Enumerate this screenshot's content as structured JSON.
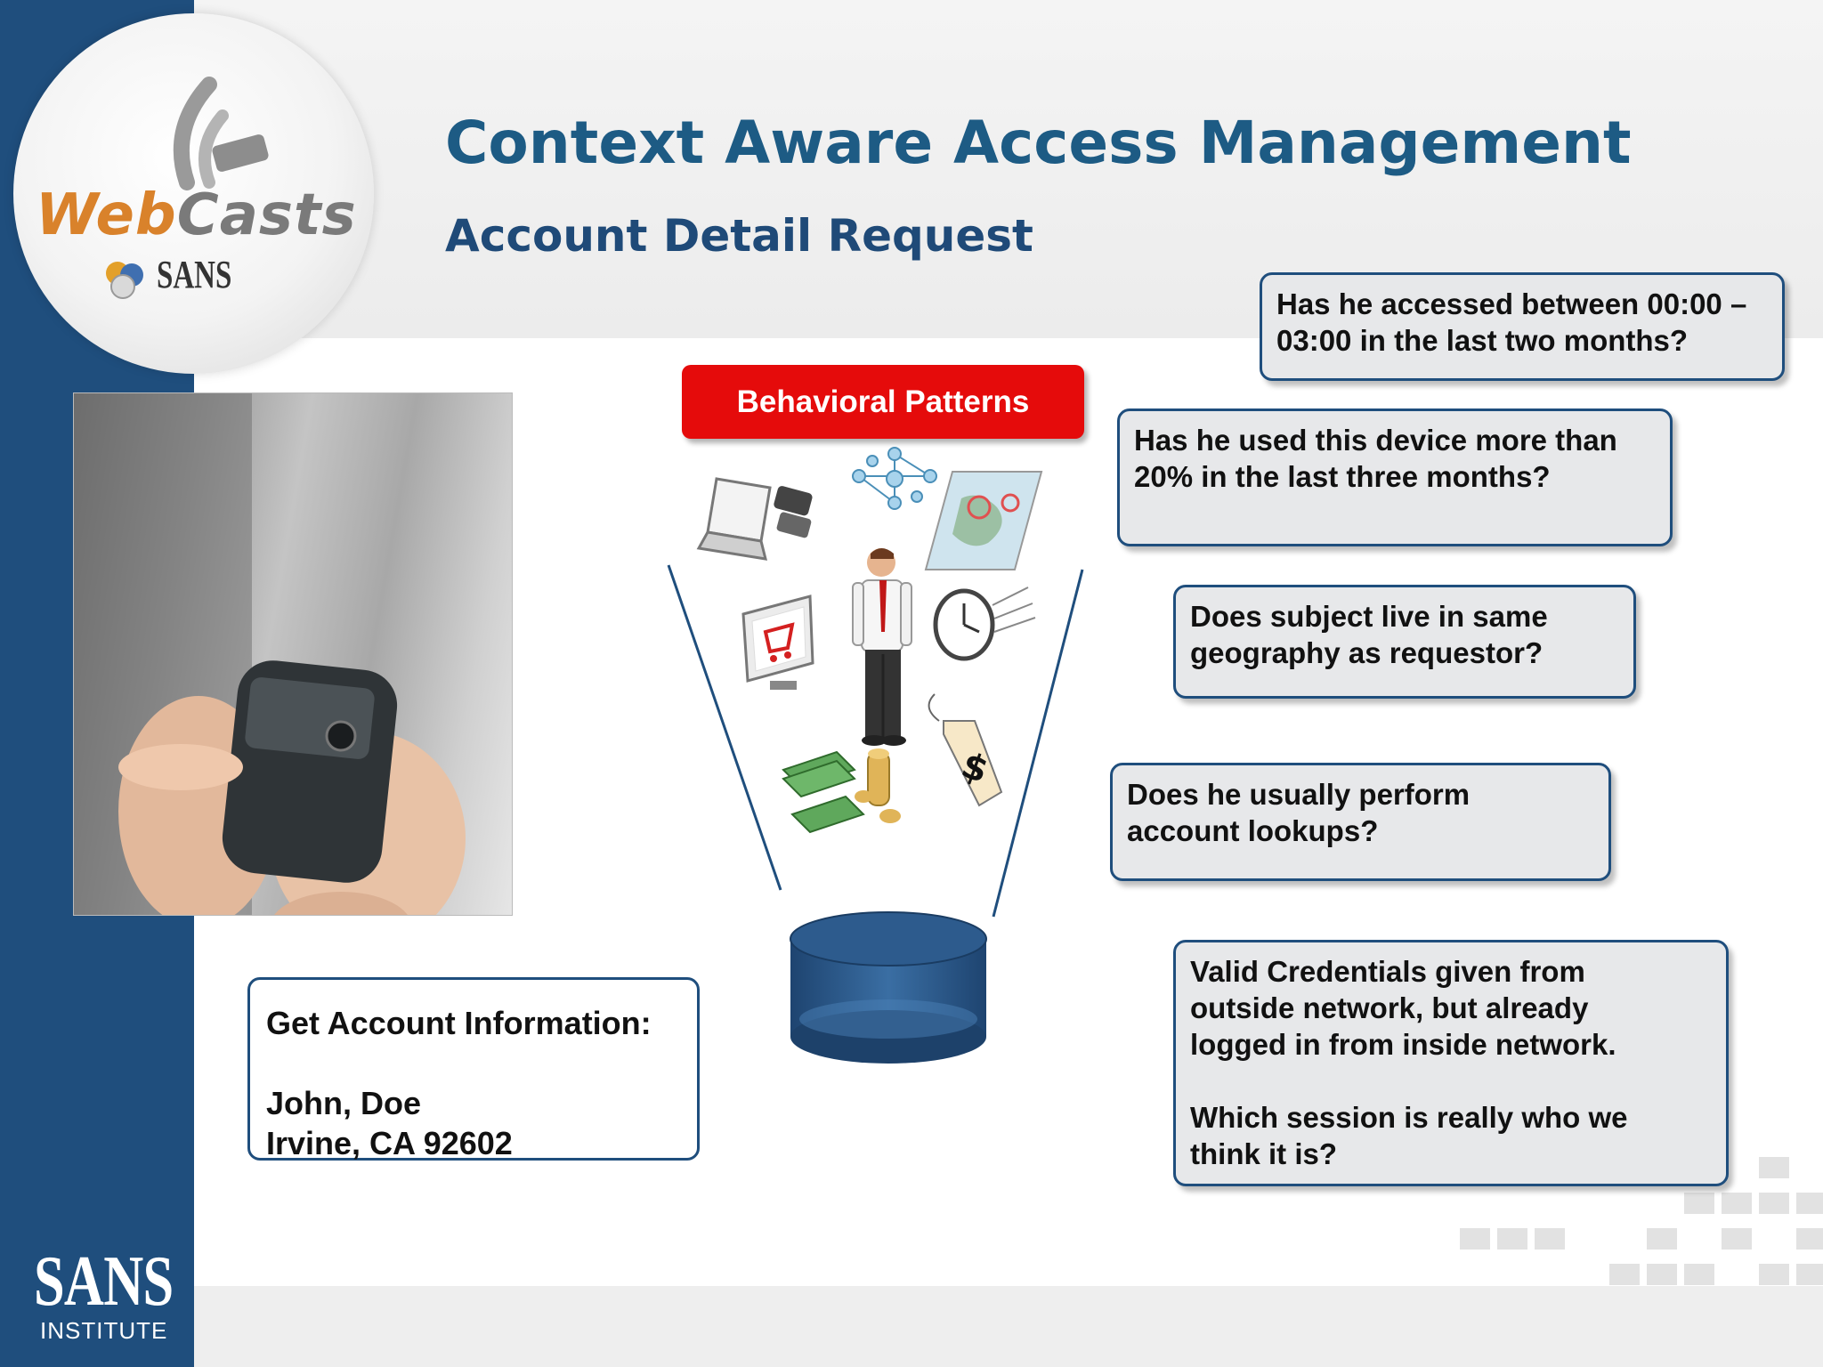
{
  "title": "Context Aware Access Management",
  "subtitle": "Account Detail Request",
  "logo": {
    "webcasts_web": "Web",
    "webcasts_casts": "Casts",
    "sans_small": "SANS"
  },
  "footer": {
    "sans": "SANS",
    "institute": "INSTITUTE"
  },
  "behavioral_label": "Behavioral Patterns",
  "account_box": {
    "heading": "Get Account Information:",
    "name": "John, Doe",
    "address": "Irvine, CA  92602"
  },
  "callouts": [
    "Has he accessed between 00:00 –\n  03:00 in the last two months?",
    "Has he used this device more than\n  20% in the last three months?",
    "Does subject live in same\n  geography as requestor?",
    "Does he usually perform\n  account lookups?",
    "Valid Credentials given from\n  outside network, but already\n  logged in from inside network.\n\nWhich session is really who we\n  think it is?"
  ],
  "icons": [
    "laptop-icon",
    "phone-icon",
    "network-icon",
    "map-icon",
    "shopping-cart-icon",
    "person-icon",
    "clock-icon",
    "price-tag-icon",
    "money-icon",
    "database-icon"
  ],
  "colors": {
    "accent_blue": "#1f4e7d",
    "title_blue": "#1d5b84",
    "red": "#e50b0b",
    "callout_bg": "#e7e8ea"
  }
}
